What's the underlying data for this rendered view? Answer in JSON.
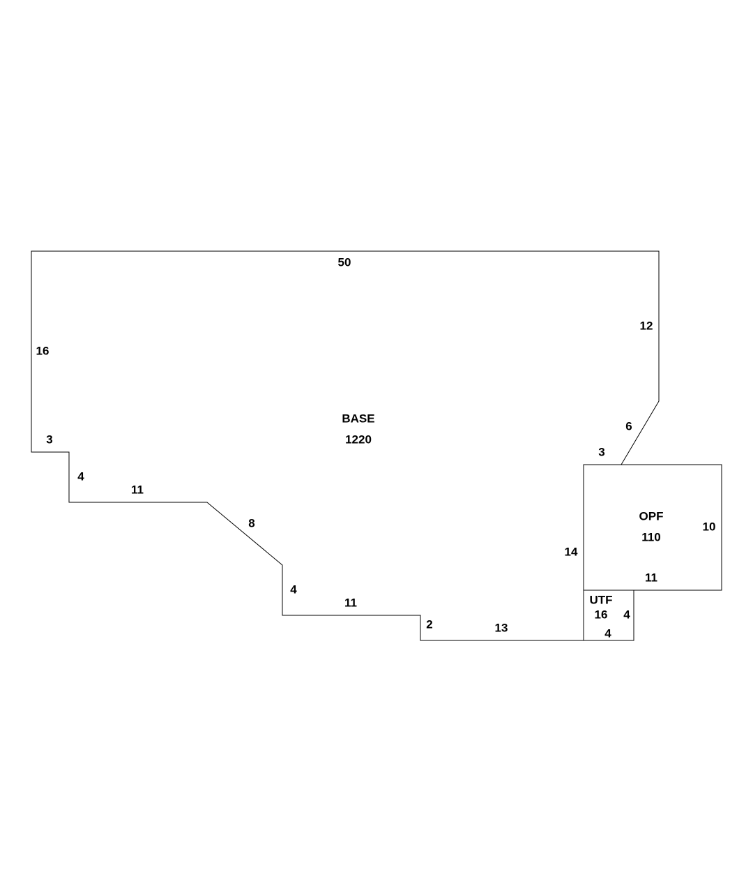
{
  "areas": {
    "base": {
      "name": "BASE",
      "area": "1220"
    },
    "opf": {
      "name": "OPF",
      "area": "110"
    },
    "utf": {
      "name": "UTF",
      "area": "16"
    }
  },
  "base_dimensions": {
    "top": "50",
    "left": "16",
    "right": "12",
    "diagonal_right": "6",
    "step_top_right": "3",
    "step_left": "3",
    "step_left_vertical": "4",
    "lower_left_horizontal": "11",
    "diagonal_left": "8",
    "mid_vertical": "4",
    "mid_horizontal": "11",
    "small_vertical": "2",
    "bottom": "13",
    "right_inner_vertical": "14"
  },
  "opf_dimensions": {
    "right": "10",
    "bottom": "11"
  },
  "utf_dimensions": {
    "right": "4",
    "bottom": "4"
  }
}
